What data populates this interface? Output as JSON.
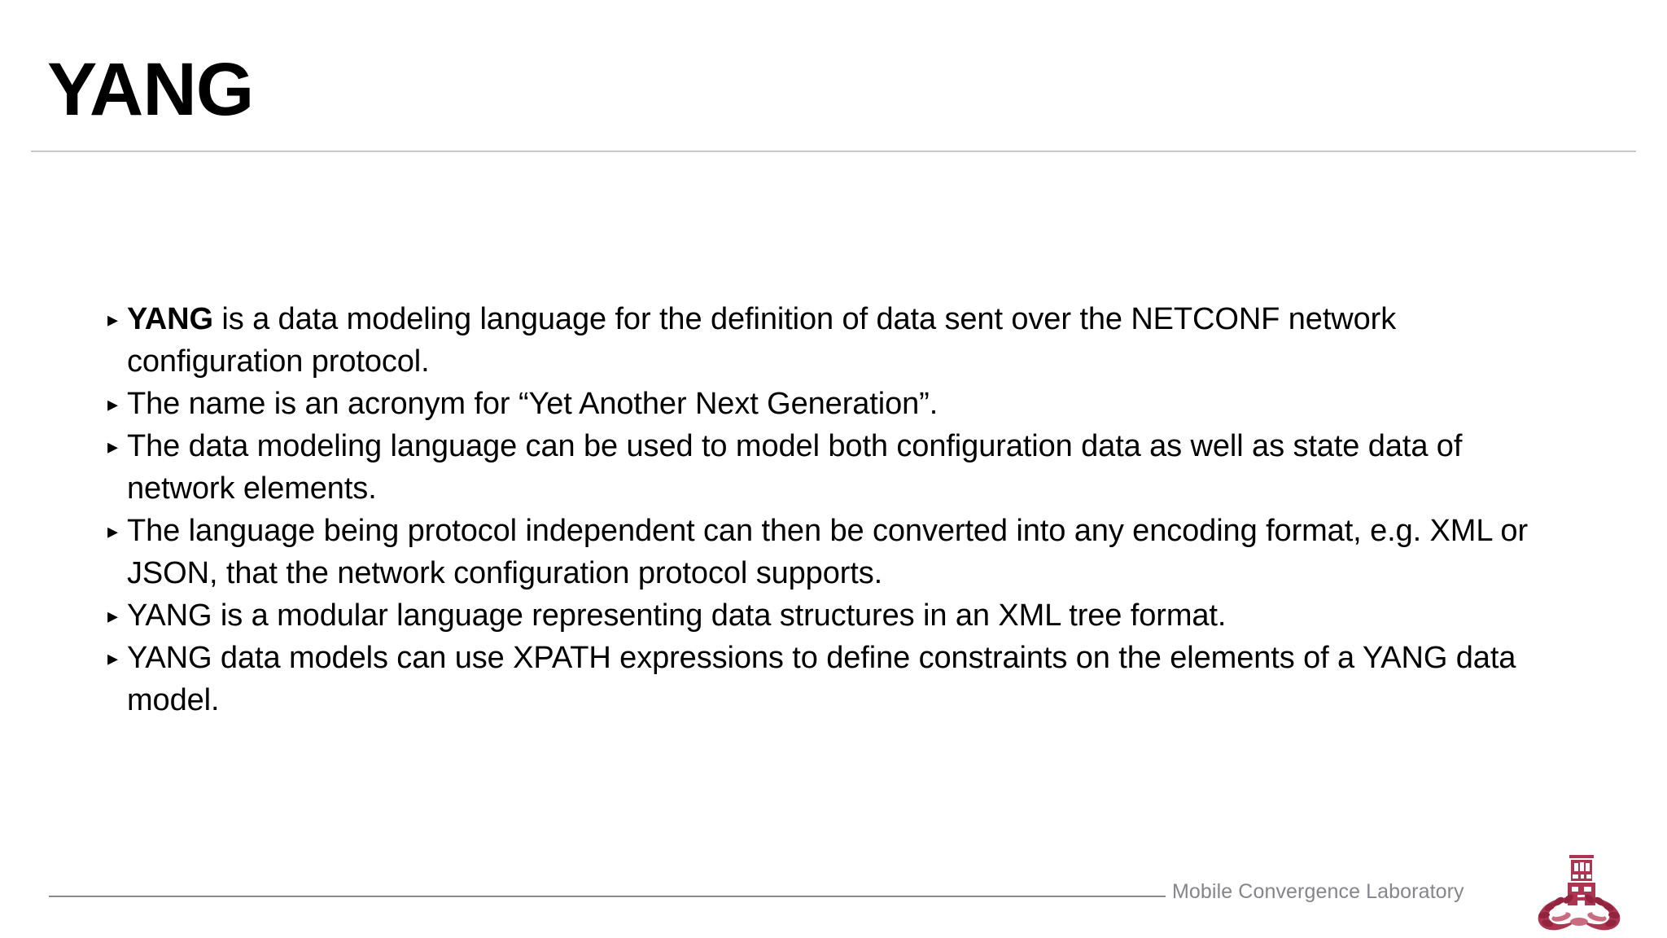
{
  "slide": {
    "title": "YANG",
    "bullet_marker": "▸",
    "bullets": [
      {
        "lead_bold": "YANG",
        "rest": " is a data modeling language for the definition of data sent over the NETCONF network configuration protocol."
      },
      {
        "lead_bold": "",
        "rest": "The name is an acronym for “Yet Another Next Generation”."
      },
      {
        "lead_bold": "",
        "rest": "The data modeling language can be used to model both configuration data as well as state data of network elements."
      },
      {
        "lead_bold": "",
        "rest": "The language being protocol independent can then be converted into any encoding format, e.g. XML or JSON, that the network configuration protocol supports."
      },
      {
        "lead_bold": "",
        "rest": "YANG is a modular language representing data structures in an XML tree format."
      },
      {
        "lead_bold": "",
        "rest": "YANG data models can use XPATH expressions to define constraints on the elements of a YANG data model."
      }
    ],
    "footer": {
      "label": "Mobile Convergence Laboratory",
      "logo_name": "mobile-convergence-laboratory-logo",
      "logo_color": "#AC3552",
      "logo_color_dark": "#93243F",
      "logo_color_light": "#C96C80"
    },
    "colors": {
      "background": "#FFFFFF",
      "text": "#000000",
      "title_rule": "#B9B9BC",
      "footer_rule": "#6F6F72",
      "footer_text": "#85858A"
    }
  }
}
